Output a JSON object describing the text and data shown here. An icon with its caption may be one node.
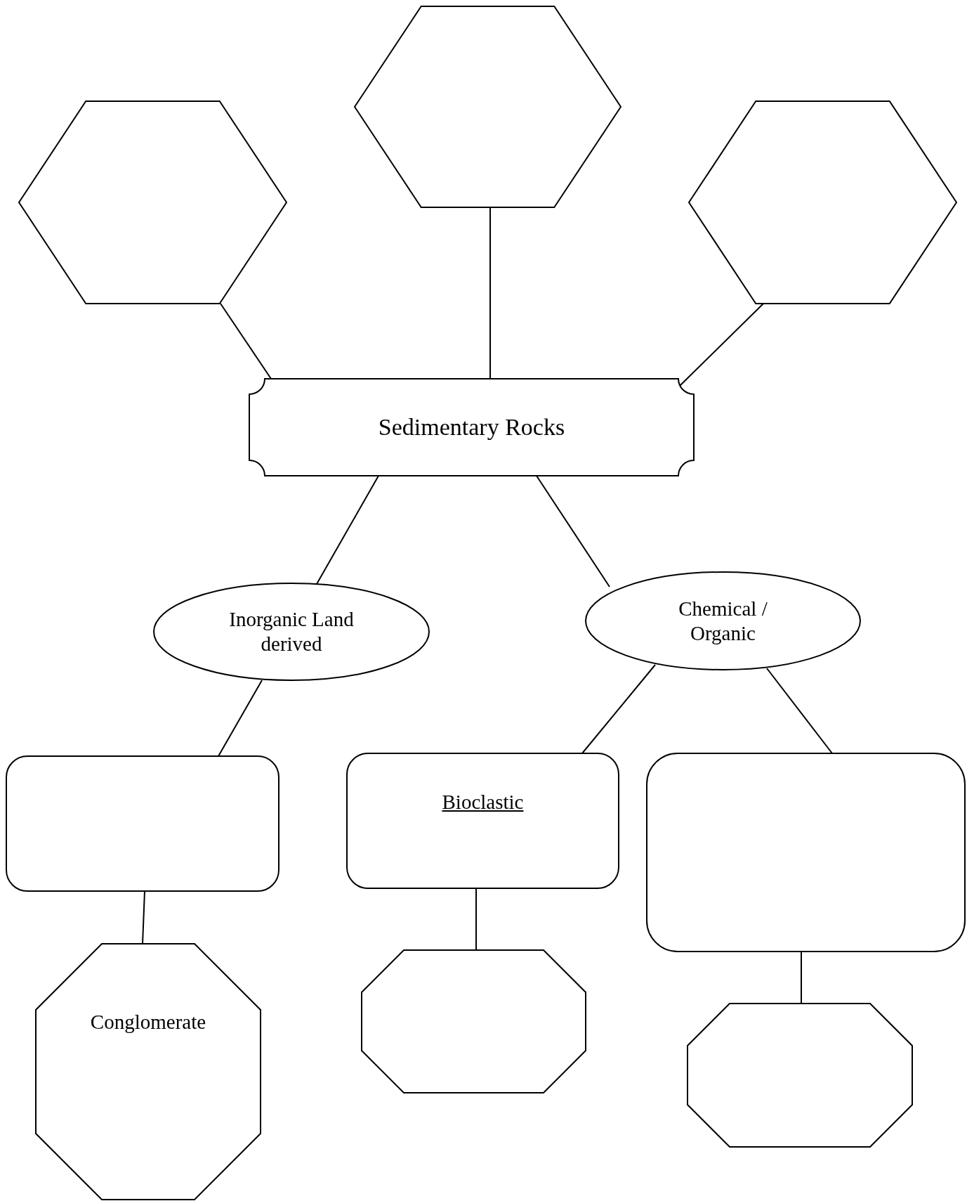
{
  "diagram": {
    "nodes": [
      {
        "text": [],
        "shape": "hexagon"
      },
      {
        "text": [],
        "shape": "hexagon"
      },
      {
        "text": [],
        "shape": "hexagon"
      },
      {
        "text": [
          "Sedimentary Rocks"
        ]
      },
      {
        "text": [
          "Inorganic Land derived"
        ]
      },
      {
        "text": [
          "Chemical / Organic"
        ]
      },
      {
        "text": [],
        "shape": "box"
      },
      {
        "text": [
          "Bioclastic"
        ]
      },
      {
        "text": [],
        "shape": "box"
      },
      {
        "text": [
          "Conglomerate"
        ]
      },
      {
        "text": [],
        "shape": "octagon"
      },
      {
        "text": [],
        "shape": "octagon"
      }
    ],
    "edges": [
      {
        "from": 0,
        "to": 3,
        "arrow": "none"
      },
      {
        "from": 1,
        "to": 3,
        "arrow": "none"
      },
      {
        "from": 2,
        "to": 3,
        "arrow": "none"
      },
      {
        "from": 3,
        "to": 4,
        "arrow": "none"
      },
      {
        "from": 3,
        "to": 5,
        "arrow": "none"
      },
      {
        "from": 4,
        "to": 6,
        "arrow": "none"
      },
      {
        "from": 5,
        "to": 7,
        "arrow": "none"
      },
      {
        "from": 5,
        "to": 8,
        "arrow": "none"
      },
      {
        "from": 6,
        "to": 9,
        "arrow": "none"
      },
      {
        "from": 7,
        "to": 10,
        "arrow": "none"
      },
      {
        "from": 8,
        "to": 11,
        "arrow": "none"
      }
    ]
  }
}
